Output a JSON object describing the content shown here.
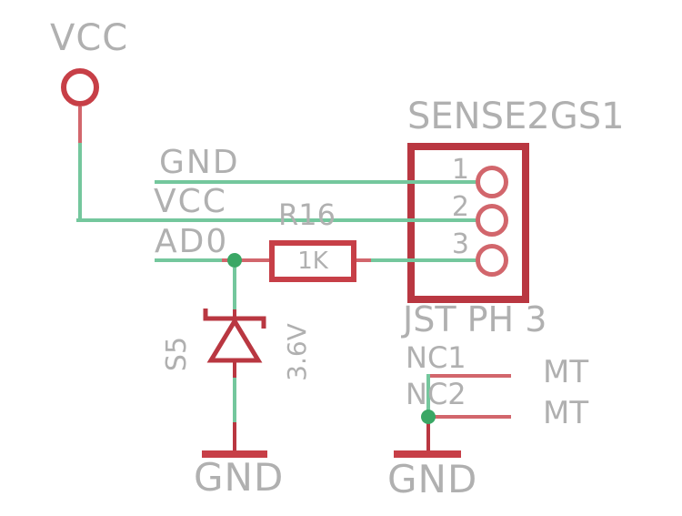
{
  "palette": {
    "background": "#ffffff",
    "net": "#74c79d",
    "net_dark": "#3aa765",
    "component": "#c73f47",
    "component_dark": "#b93741",
    "pin": "#d2666c",
    "text": "#b0b0b0"
  },
  "power": {
    "vcc": {
      "label": "VCC"
    }
  },
  "nets": {
    "gnd": {
      "label": "GND"
    },
    "vcc": {
      "label": "VCC"
    },
    "ad0": {
      "label": "AD0"
    }
  },
  "components": {
    "resistor": {
      "name": "R16",
      "value": "1K"
    },
    "connector": {
      "name": "SENSE2GS1",
      "value": "JST PH 3",
      "pins": [
        "1",
        "2",
        "3"
      ]
    },
    "zener": {
      "name": "S5",
      "value": "3.6V"
    },
    "mount": {
      "pin1": "NC1",
      "pin2": "NC2",
      "pad1": "MT",
      "pad2": "MT"
    }
  },
  "grounds": {
    "left": {
      "label": "GND"
    },
    "right": {
      "label": "GND"
    }
  }
}
